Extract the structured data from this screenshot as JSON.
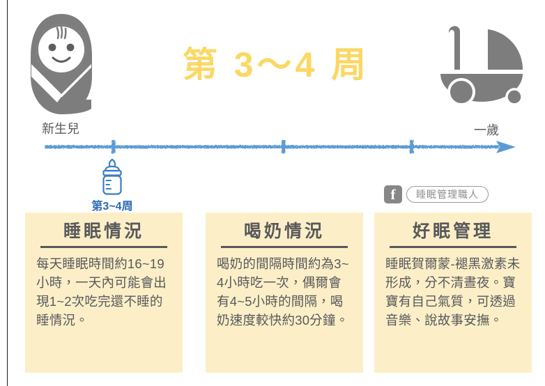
{
  "poster": {
    "title": "第 3～4 周",
    "title_color": "#fbd865",
    "background": "#ffffff",
    "card_background": "#fcefc8",
    "ink_color": "#58595b",
    "accent_blue": "#2f6cb5",
    "timeline_blue": "#5b9bd5"
  },
  "timeline": {
    "start_label": "新生兒",
    "end_label": "一歲",
    "marker_label": "第3~4周",
    "marker_icon": "baby-bottle-icon",
    "start_icon": "swaddled-baby-icon",
    "end_icon": "baby-stroller-icon",
    "ticks": [
      0.145,
      0.505,
      0.775
    ]
  },
  "badge": {
    "icon": "facebook-icon",
    "glyph": "f",
    "page_name": "睡眠管理職人"
  },
  "cards": [
    {
      "title": "睡眠情況",
      "body": "每天睡眠時間約16~19小時，一天內可能會出現1~2次吃完還不睡的睡情況。"
    },
    {
      "title": "喝奶情況",
      "body": "喝奶的間隔時間約為3~4小時吃一次，偶爾會有4~5小時的間隔，喝奶速度較快約30分鐘。"
    },
    {
      "title": "好眠管理",
      "body": "睡眠賀爾蒙-褪黑激素未形成，分不清晝夜。寶寶有自己氣質，可透過音樂、說故事安撫。"
    }
  ]
}
